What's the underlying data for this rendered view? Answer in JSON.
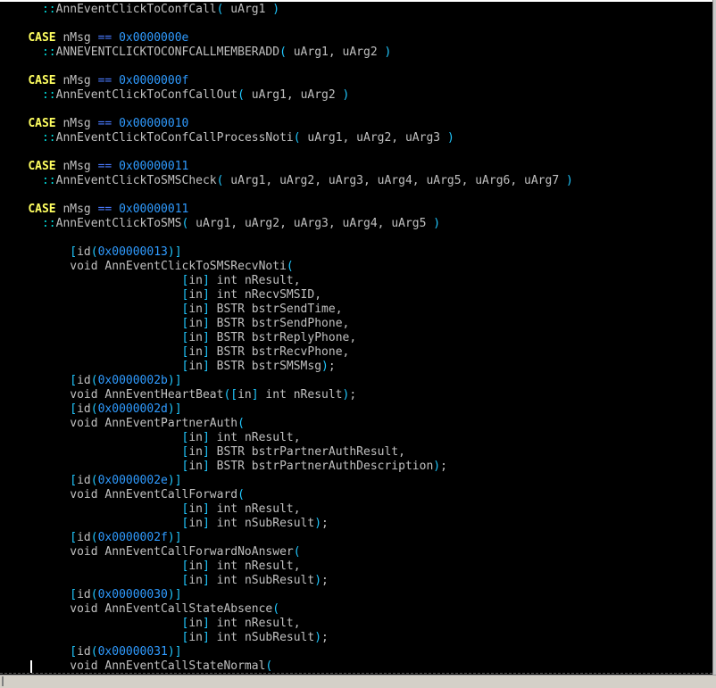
{
  "editor": {
    "lines": [
      [
        {
          "t": "      ",
          "c": "text"
        },
        {
          "t": "::",
          "c": "scope"
        },
        {
          "t": "AnnEventClickToConfCall",
          "c": "id"
        },
        {
          "t": "(",
          "c": "paren"
        },
        {
          "t": " uArg1 ",
          "c": "text"
        },
        {
          "t": ")",
          "c": "paren"
        }
      ],
      [],
      [
        {
          "t": "    ",
          "c": "text"
        },
        {
          "t": "CASE",
          "c": "kw"
        },
        {
          "t": " nMsg ",
          "c": "text"
        },
        {
          "t": "==",
          "c": "op"
        },
        {
          "t": " ",
          "c": "text"
        },
        {
          "t": "0x0000000e",
          "c": "num"
        }
      ],
      [
        {
          "t": "      ",
          "c": "text"
        },
        {
          "t": "::",
          "c": "scope"
        },
        {
          "t": "ANNEVENTCLICKTOCONFCALLMEMBERADD",
          "c": "id"
        },
        {
          "t": "(",
          "c": "paren"
        },
        {
          "t": " uArg1, uArg2 ",
          "c": "text"
        },
        {
          "t": ")",
          "c": "paren"
        }
      ],
      [],
      [
        {
          "t": "    ",
          "c": "text"
        },
        {
          "t": "CASE",
          "c": "kw"
        },
        {
          "t": " nMsg ",
          "c": "text"
        },
        {
          "t": "==",
          "c": "op"
        },
        {
          "t": " ",
          "c": "text"
        },
        {
          "t": "0x0000000f",
          "c": "num"
        }
      ],
      [
        {
          "t": "      ",
          "c": "text"
        },
        {
          "t": "::",
          "c": "scope"
        },
        {
          "t": "AnnEventClickToConfCallOut",
          "c": "id"
        },
        {
          "t": "(",
          "c": "paren"
        },
        {
          "t": " uArg1, uArg2 ",
          "c": "text"
        },
        {
          "t": ")",
          "c": "paren"
        }
      ],
      [],
      [
        {
          "t": "    ",
          "c": "text"
        },
        {
          "t": "CASE",
          "c": "kw"
        },
        {
          "t": " nMsg ",
          "c": "text"
        },
        {
          "t": "==",
          "c": "op"
        },
        {
          "t": " ",
          "c": "text"
        },
        {
          "t": "0x00000010",
          "c": "num"
        }
      ],
      [
        {
          "t": "      ",
          "c": "text"
        },
        {
          "t": "::",
          "c": "scope"
        },
        {
          "t": "AnnEventClickToConfCallProcessNoti",
          "c": "id"
        },
        {
          "t": "(",
          "c": "paren"
        },
        {
          "t": " uArg1, uArg2, uArg3 ",
          "c": "text"
        },
        {
          "t": ")",
          "c": "paren"
        }
      ],
      [],
      [
        {
          "t": "    ",
          "c": "text"
        },
        {
          "t": "CASE",
          "c": "kw"
        },
        {
          "t": " nMsg ",
          "c": "text"
        },
        {
          "t": "==",
          "c": "op"
        },
        {
          "t": " ",
          "c": "text"
        },
        {
          "t": "0x00000011",
          "c": "num"
        }
      ],
      [
        {
          "t": "      ",
          "c": "text"
        },
        {
          "t": "::",
          "c": "scope"
        },
        {
          "t": "AnnEventClickToSMSCheck",
          "c": "id"
        },
        {
          "t": "(",
          "c": "paren"
        },
        {
          "t": " uArg1, uArg2, uArg3, uArg4, uArg5, uArg6, uArg7 ",
          "c": "text"
        },
        {
          "t": ")",
          "c": "paren"
        }
      ],
      [],
      [
        {
          "t": "    ",
          "c": "text"
        },
        {
          "t": "CASE",
          "c": "kw"
        },
        {
          "t": " nMsg ",
          "c": "text"
        },
        {
          "t": "==",
          "c": "op"
        },
        {
          "t": " ",
          "c": "text"
        },
        {
          "t": "0x00000011",
          "c": "num"
        }
      ],
      [
        {
          "t": "      ",
          "c": "text"
        },
        {
          "t": "::",
          "c": "scope"
        },
        {
          "t": "AnnEventClickToSMS",
          "c": "id"
        },
        {
          "t": "(",
          "c": "paren"
        },
        {
          "t": " uArg1, uArg2, uArg3, uArg4, uArg5 ",
          "c": "text"
        },
        {
          "t": ")",
          "c": "paren"
        }
      ],
      [],
      [
        {
          "t": "          ",
          "c": "text"
        },
        {
          "t": "[",
          "c": "brk"
        },
        {
          "t": "id",
          "c": "id"
        },
        {
          "t": "(",
          "c": "paren"
        },
        {
          "t": "0x00000013",
          "c": "num"
        },
        {
          "t": ")",
          "c": "paren"
        },
        {
          "t": "]",
          "c": "brk"
        }
      ],
      [
        {
          "t": "          void AnnEventClickToSMSRecvNoti",
          "c": "text"
        },
        {
          "t": "(",
          "c": "paren"
        }
      ],
      [
        {
          "t": "                          ",
          "c": "text"
        },
        {
          "t": "[",
          "c": "brk"
        },
        {
          "t": "in",
          "c": "id"
        },
        {
          "t": "]",
          "c": "brk"
        },
        {
          "t": " int nResult,",
          "c": "text"
        }
      ],
      [
        {
          "t": "                          ",
          "c": "text"
        },
        {
          "t": "[",
          "c": "brk"
        },
        {
          "t": "in",
          "c": "id"
        },
        {
          "t": "]",
          "c": "brk"
        },
        {
          "t": " int nRecvSMSID,",
          "c": "text"
        }
      ],
      [
        {
          "t": "                          ",
          "c": "text"
        },
        {
          "t": "[",
          "c": "brk"
        },
        {
          "t": "in",
          "c": "id"
        },
        {
          "t": "]",
          "c": "brk"
        },
        {
          "t": " BSTR bstrSendTime,",
          "c": "text"
        }
      ],
      [
        {
          "t": "                          ",
          "c": "text"
        },
        {
          "t": "[",
          "c": "brk"
        },
        {
          "t": "in",
          "c": "id"
        },
        {
          "t": "]",
          "c": "brk"
        },
        {
          "t": " BSTR bstrSendPhone,",
          "c": "text"
        }
      ],
      [
        {
          "t": "                          ",
          "c": "text"
        },
        {
          "t": "[",
          "c": "brk"
        },
        {
          "t": "in",
          "c": "id"
        },
        {
          "t": "]",
          "c": "brk"
        },
        {
          "t": " BSTR bstrReplyPhone,",
          "c": "text"
        }
      ],
      [
        {
          "t": "                          ",
          "c": "text"
        },
        {
          "t": "[",
          "c": "brk"
        },
        {
          "t": "in",
          "c": "id"
        },
        {
          "t": "]",
          "c": "brk"
        },
        {
          "t": " BSTR bstrRecvPhone,",
          "c": "text"
        }
      ],
      [
        {
          "t": "                          ",
          "c": "text"
        },
        {
          "t": "[",
          "c": "brk"
        },
        {
          "t": "in",
          "c": "id"
        },
        {
          "t": "]",
          "c": "brk"
        },
        {
          "t": " BSTR bstrSMSMsg",
          "c": "text"
        },
        {
          "t": ")",
          "c": "paren"
        },
        {
          "t": ";",
          "c": "text"
        }
      ],
      [
        {
          "t": "          ",
          "c": "text"
        },
        {
          "t": "[",
          "c": "brk"
        },
        {
          "t": "id",
          "c": "id"
        },
        {
          "t": "(",
          "c": "paren"
        },
        {
          "t": "0x0000002b",
          "c": "num"
        },
        {
          "t": ")",
          "c": "paren"
        },
        {
          "t": "]",
          "c": "brk"
        }
      ],
      [
        {
          "t": "          void AnnEventHeartBeat",
          "c": "text"
        },
        {
          "t": "(",
          "c": "paren"
        },
        {
          "t": "[",
          "c": "brk"
        },
        {
          "t": "in",
          "c": "id"
        },
        {
          "t": "]",
          "c": "brk"
        },
        {
          "t": " int nResult",
          "c": "text"
        },
        {
          "t": ")",
          "c": "paren"
        },
        {
          "t": ";",
          "c": "text"
        }
      ],
      [
        {
          "t": "          ",
          "c": "text"
        },
        {
          "t": "[",
          "c": "brk"
        },
        {
          "t": "id",
          "c": "id"
        },
        {
          "t": "(",
          "c": "paren"
        },
        {
          "t": "0x0000002d",
          "c": "num"
        },
        {
          "t": ")",
          "c": "paren"
        },
        {
          "t": "]",
          "c": "brk"
        }
      ],
      [
        {
          "t": "          void AnnEventPartnerAuth",
          "c": "text"
        },
        {
          "t": "(",
          "c": "paren"
        }
      ],
      [
        {
          "t": "                          ",
          "c": "text"
        },
        {
          "t": "[",
          "c": "brk"
        },
        {
          "t": "in",
          "c": "id"
        },
        {
          "t": "]",
          "c": "brk"
        },
        {
          "t": " int nResult,",
          "c": "text"
        }
      ],
      [
        {
          "t": "                          ",
          "c": "text"
        },
        {
          "t": "[",
          "c": "brk"
        },
        {
          "t": "in",
          "c": "id"
        },
        {
          "t": "]",
          "c": "brk"
        },
        {
          "t": " BSTR bstrPartnerAuthResult,",
          "c": "text"
        }
      ],
      [
        {
          "t": "                          ",
          "c": "text"
        },
        {
          "t": "[",
          "c": "brk"
        },
        {
          "t": "in",
          "c": "id"
        },
        {
          "t": "]",
          "c": "brk"
        },
        {
          "t": " BSTR bstrPartnerAuthDescription",
          "c": "text"
        },
        {
          "t": ")",
          "c": "paren"
        },
        {
          "t": ";",
          "c": "text"
        }
      ],
      [
        {
          "t": "          ",
          "c": "text"
        },
        {
          "t": "[",
          "c": "brk"
        },
        {
          "t": "id",
          "c": "id"
        },
        {
          "t": "(",
          "c": "paren"
        },
        {
          "t": "0x0000002e",
          "c": "num"
        },
        {
          "t": ")",
          "c": "paren"
        },
        {
          "t": "]",
          "c": "brk"
        }
      ],
      [
        {
          "t": "          void AnnEventCallForward",
          "c": "text"
        },
        {
          "t": "(",
          "c": "paren"
        }
      ],
      [
        {
          "t": "                          ",
          "c": "text"
        },
        {
          "t": "[",
          "c": "brk"
        },
        {
          "t": "in",
          "c": "id"
        },
        {
          "t": "]",
          "c": "brk"
        },
        {
          "t": " int nResult,",
          "c": "text"
        }
      ],
      [
        {
          "t": "                          ",
          "c": "text"
        },
        {
          "t": "[",
          "c": "brk"
        },
        {
          "t": "in",
          "c": "id"
        },
        {
          "t": "]",
          "c": "brk"
        },
        {
          "t": " int nSubResult",
          "c": "text"
        },
        {
          "t": ")",
          "c": "paren"
        },
        {
          "t": ";",
          "c": "text"
        }
      ],
      [
        {
          "t": "          ",
          "c": "text"
        },
        {
          "t": "[",
          "c": "brk"
        },
        {
          "t": "id",
          "c": "id"
        },
        {
          "t": "(",
          "c": "paren"
        },
        {
          "t": "0x0000002f",
          "c": "num"
        },
        {
          "t": ")",
          "c": "paren"
        },
        {
          "t": "]",
          "c": "brk"
        }
      ],
      [
        {
          "t": "          void AnnEventCallForwardNoAnswer",
          "c": "text"
        },
        {
          "t": "(",
          "c": "paren"
        }
      ],
      [
        {
          "t": "                          ",
          "c": "text"
        },
        {
          "t": "[",
          "c": "brk"
        },
        {
          "t": "in",
          "c": "id"
        },
        {
          "t": "]",
          "c": "brk"
        },
        {
          "t": " int nResult,",
          "c": "text"
        }
      ],
      [
        {
          "t": "                          ",
          "c": "text"
        },
        {
          "t": "[",
          "c": "brk"
        },
        {
          "t": "in",
          "c": "id"
        },
        {
          "t": "]",
          "c": "brk"
        },
        {
          "t": " int nSubResult",
          "c": "text"
        },
        {
          "t": ")",
          "c": "paren"
        },
        {
          "t": ";",
          "c": "text"
        }
      ],
      [
        {
          "t": "          ",
          "c": "text"
        },
        {
          "t": "[",
          "c": "brk"
        },
        {
          "t": "id",
          "c": "id"
        },
        {
          "t": "(",
          "c": "paren"
        },
        {
          "t": "0x00000030",
          "c": "num"
        },
        {
          "t": ")",
          "c": "paren"
        },
        {
          "t": "]",
          "c": "brk"
        }
      ],
      [
        {
          "t": "          void AnnEventCallStateAbsence",
          "c": "text"
        },
        {
          "t": "(",
          "c": "paren"
        }
      ],
      [
        {
          "t": "                          ",
          "c": "text"
        },
        {
          "t": "[",
          "c": "brk"
        },
        {
          "t": "in",
          "c": "id"
        },
        {
          "t": "]",
          "c": "brk"
        },
        {
          "t": " int nResult,",
          "c": "text"
        }
      ],
      [
        {
          "t": "                          ",
          "c": "text"
        },
        {
          "t": "[",
          "c": "brk"
        },
        {
          "t": "in",
          "c": "id"
        },
        {
          "t": "]",
          "c": "brk"
        },
        {
          "t": " int nSubResult",
          "c": "text"
        },
        {
          "t": ")",
          "c": "paren"
        },
        {
          "t": ";",
          "c": "text"
        }
      ],
      [
        {
          "t": "          ",
          "c": "text"
        },
        {
          "t": "[",
          "c": "brk"
        },
        {
          "t": "id",
          "c": "id"
        },
        {
          "t": "(",
          "c": "paren"
        },
        {
          "t": "0x00000031",
          "c": "num"
        },
        {
          "t": ")",
          "c": "paren"
        },
        {
          "t": "]",
          "c": "brk"
        }
      ],
      [
        {
          "t": "          void AnnEventCallStateNormal",
          "c": "text"
        },
        {
          "t": "(",
          "c": "paren"
        }
      ]
    ]
  },
  "colors": {
    "background": "#000000",
    "keyword": "#ffff60",
    "number": "#2f9bff",
    "operator": "#4a7bff",
    "scope": "#00e0e0",
    "paren": "#20c8ff",
    "text": "#c0c0c0"
  }
}
